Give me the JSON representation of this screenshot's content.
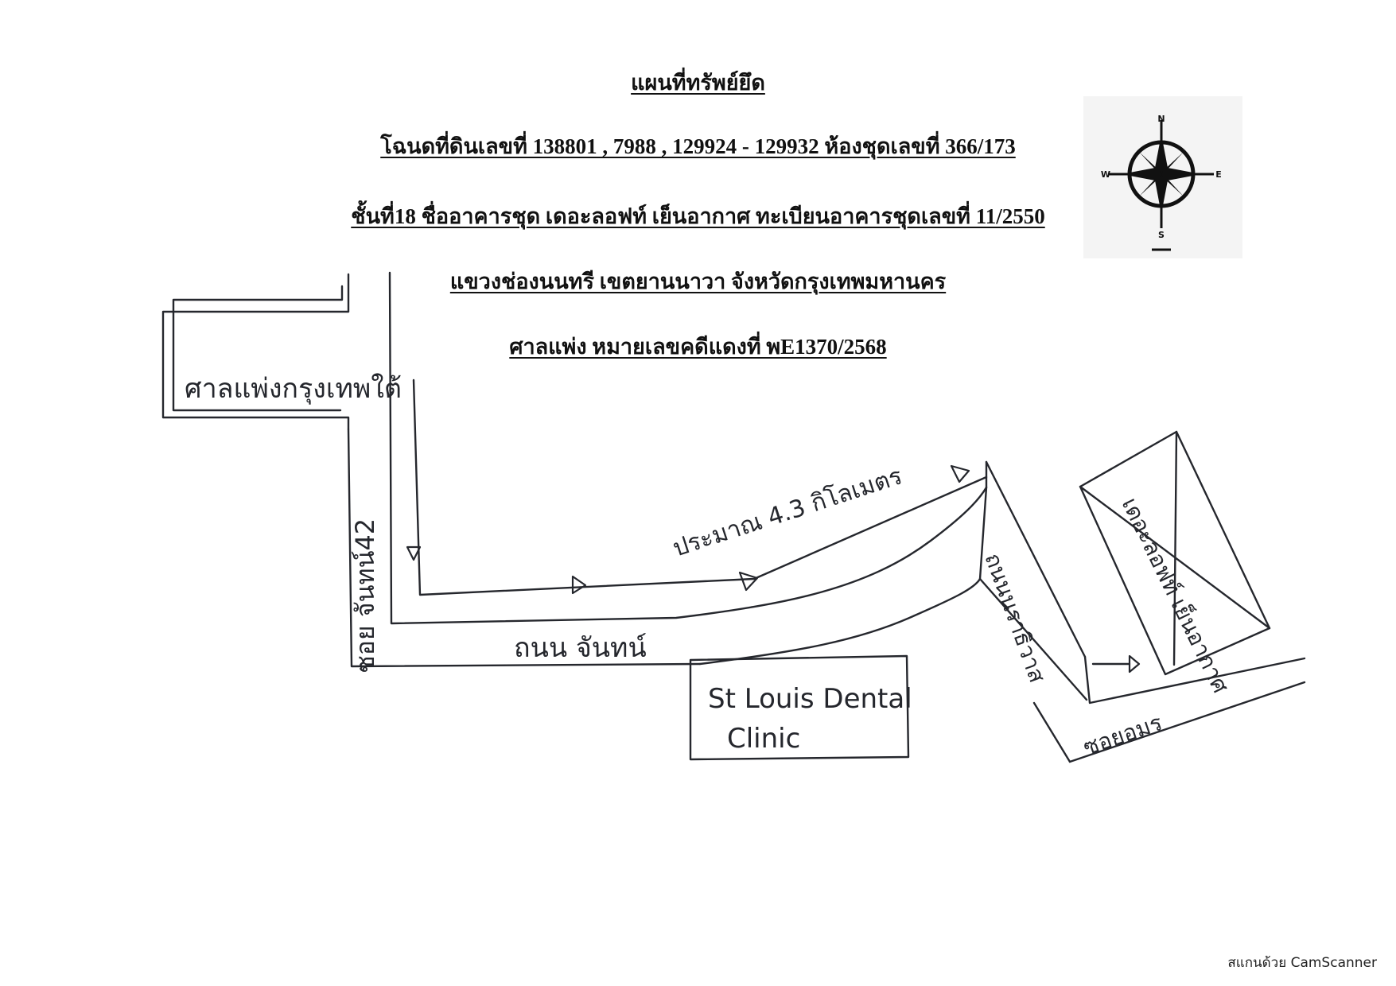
{
  "header": {
    "line1": "แผนที่ทรัพย์ยึด",
    "line2": "โฉนดที่ดินเลขที่ 138801 , 7988 , 129924 - 129932 ห้องชุดเลขที่ 366/173",
    "line3": "ชั้นที่18 ชื่ออาคารชุด เดอะลอฟท์ เย็นอากาศ ทะเบียนอาคารชุดเลขที่ 11/2550",
    "line4": "แขวงช่องนนทรี เขตยานนาวา จังหวัดกรุงเทพมหานคร",
    "line5": "ศาลแพ่ง  หมายเลขคดีแดงที่ พE1370/2568"
  },
  "compass": {
    "north": "N",
    "south": "S",
    "east": "E",
    "west": "W"
  },
  "sketch_labels": {
    "court_building": "ศาลแพ่งกรุงเทพใต้",
    "soi_chan_42": "ซอย จันทน์42",
    "distance_note": "ประมาณ 4.3 กิโลเมตร",
    "chan_road": "ถนน จันทน์",
    "clinic_line1": "St Louis Dental",
    "clinic_line2": "Clinic",
    "road_narathiwat": "ถนนนราธิวาส",
    "soi_amon": "ซอยอมร",
    "target_building": "เดอะลอฟท์ เย็นอากาศ"
  },
  "colors": {
    "ink": "#25272d",
    "print": "#111111"
  },
  "footer": {
    "scanner_mark": "สแกนด้วย CamScanner"
  }
}
